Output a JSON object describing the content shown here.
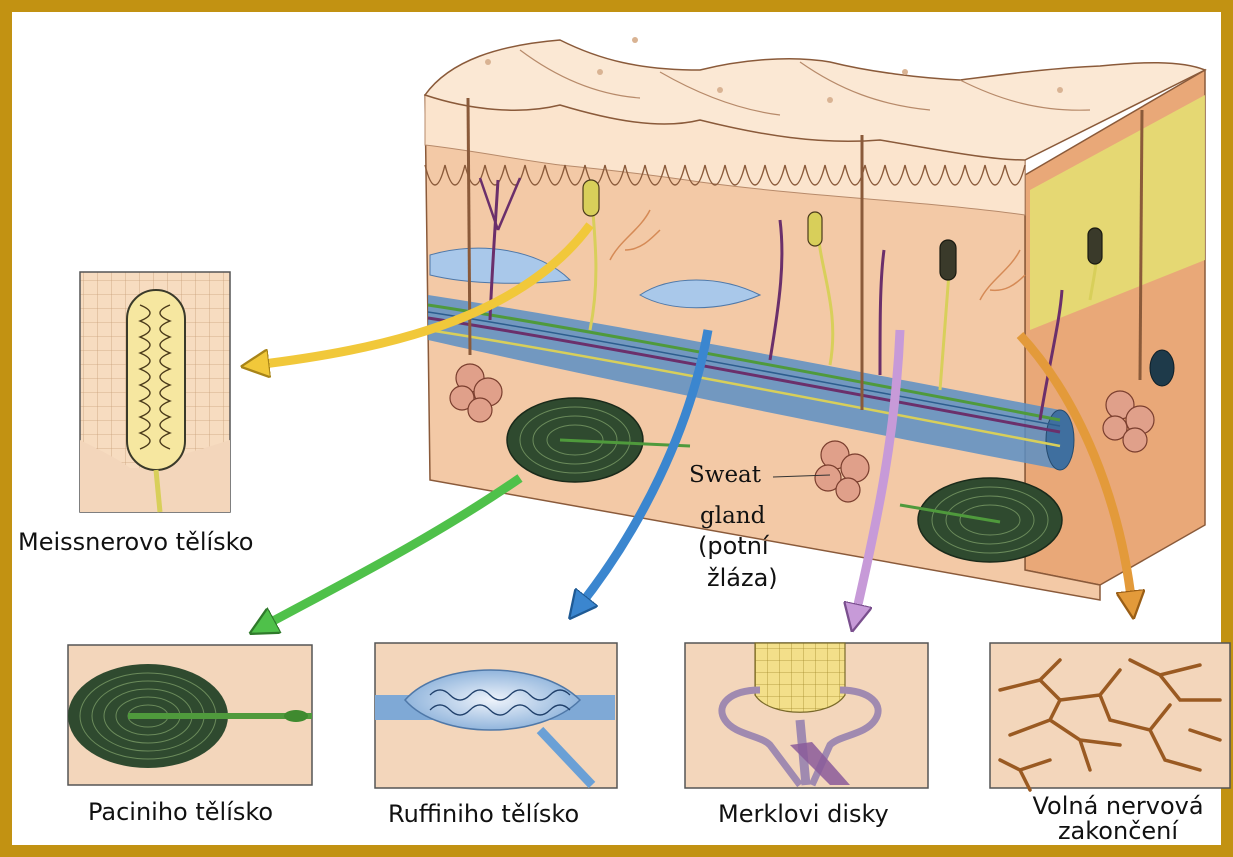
{
  "labels": {
    "meissner": "Meissnerovo tělísko",
    "pacini": "Paciniho tělísko",
    "ruffini": "Ruffiniho tělísko",
    "merkel": "Merklovi disky",
    "free_endings_line1": "Volná nervová",
    "free_endings_line2": "zakončení",
    "sweat_gland_line1": "Sweat",
    "sweat_gland_line2": "gland",
    "sweat_gland_line3": "(potní",
    "sweat_gland_line4": "žláza)"
  },
  "colors": {
    "frame": "#c29212",
    "skin": "#f6cfae",
    "epidermis_top": "#fbe4cd",
    "dermis": "#f3c9a6",
    "subcutis": "#eab58e",
    "side_face": "#e9a878",
    "nerve_blue": "#5a8fc4",
    "nerve_green": "#4f9a3c",
    "nerve_purple": "#6b2f6b",
    "nerve_yellow": "#d8cf5a",
    "pacini_dark": "#2f4a2f",
    "arrow_yellow": "#f1c83a",
    "arrow_green": "#4fc14a",
    "arrow_blue": "#3b86cf",
    "arrow_violet": "#c79ad8",
    "arrow_orange": "#e39a3a",
    "free_nerve": "#9a5a22"
  }
}
